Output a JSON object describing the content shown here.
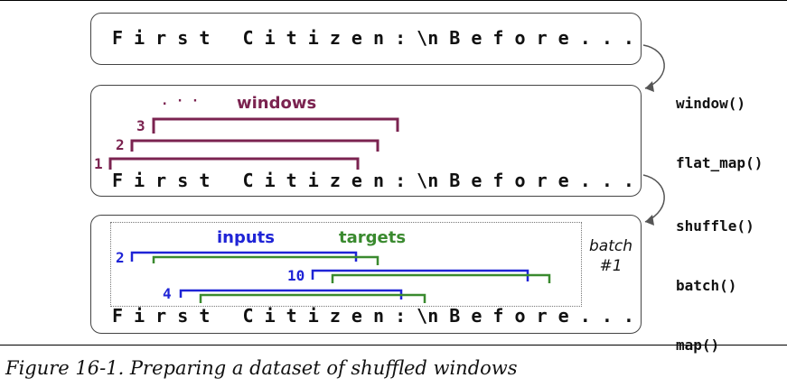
{
  "diagram": {
    "sequence_text": "F i r s t   C i t i z e n : \\n B e f o r e . . .",
    "step1_ops": [
      "window()",
      "flat_map()"
    ],
    "step2_ops": [
      "shuffle()",
      "batch()",
      "map()"
    ],
    "windows_label": "windows",
    "window_numbers": [
      "1",
      "2",
      "3"
    ],
    "ellipsis": ". · ·",
    "inputs_label": "inputs",
    "targets_label": "targets",
    "batch_entry_numbers": [
      "2",
      "10",
      "4"
    ],
    "batch_label_line1": "batch",
    "batch_label_line2": "#1",
    "colors": {
      "windows": "#7b2350",
      "inputs": "#1f24d6",
      "targets": "#3a8a2f",
      "border": "#444444"
    }
  },
  "caption": "Figure 16-1. Preparing a dataset of shuffled windows"
}
